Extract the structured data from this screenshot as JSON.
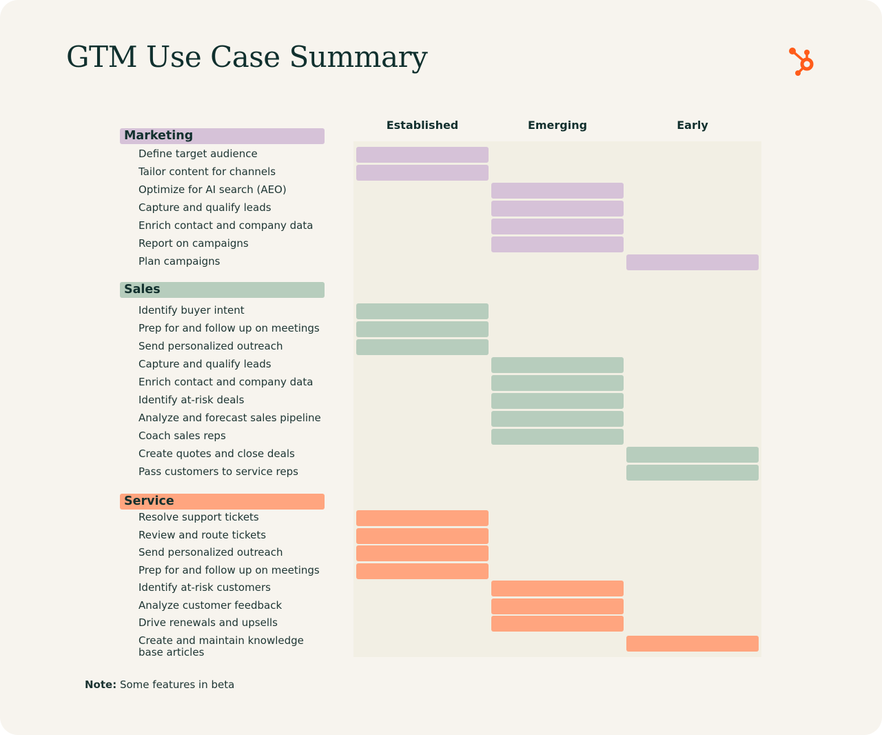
{
  "title": "GTM Use Case Summary",
  "logo": {
    "icon": "hubspot-sprocket-icon",
    "color": "#ff5c1a"
  },
  "columns": [
    "Established",
    "Emerging",
    "Early"
  ],
  "note": {
    "label": "Note:",
    "text": "Some features in beta"
  },
  "chart_data": {
    "type": "table",
    "title": "GTM Use Case Summary",
    "columns": [
      "Established",
      "Emerging",
      "Early"
    ],
    "groups": [
      {
        "name": "Marketing",
        "color": "#d6c2d8",
        "rows": [
          {
            "label": "Define target audience",
            "tier": "Established"
          },
          {
            "label": "Tailor content for channels",
            "tier": "Established"
          },
          {
            "label": "Optimize for AI search (AEO)",
            "tier": "Emerging"
          },
          {
            "label": "Capture and qualify leads",
            "tier": "Emerging"
          },
          {
            "label": "Enrich contact and company data",
            "tier": "Emerging"
          },
          {
            "label": "Report on campaigns",
            "tier": "Emerging"
          },
          {
            "label": "Plan campaigns",
            "tier": "Early"
          }
        ]
      },
      {
        "name": "Sales",
        "color": "#b7cdbd",
        "rows": [
          {
            "label": "Identify buyer intent",
            "tier": "Established"
          },
          {
            "label": "Prep for and follow up on meetings",
            "tier": "Established"
          },
          {
            "label": "Send personalized outreach",
            "tier": "Established"
          },
          {
            "label": "Capture and qualify leads",
            "tier": "Emerging"
          },
          {
            "label": "Enrich contact and company data",
            "tier": "Emerging"
          },
          {
            "label": "Identify at-risk deals",
            "tier": "Emerging"
          },
          {
            "label": "Analyze and forecast sales pipeline",
            "tier": "Emerging"
          },
          {
            "label": "Coach sales reps",
            "tier": "Emerging"
          },
          {
            "label": "Create quotes and close deals",
            "tier": "Early"
          },
          {
            "label": "Pass customers to service reps",
            "tier": "Early"
          }
        ]
      },
      {
        "name": "Service",
        "color": "#ffa57f",
        "rows": [
          {
            "label": "Resolve support tickets",
            "tier": "Established"
          },
          {
            "label": "Review and route tickets",
            "tier": "Established"
          },
          {
            "label": "Send personalized outreach",
            "tier": "Established"
          },
          {
            "label": "Prep for and follow up on meetings",
            "tier": "Established"
          },
          {
            "label": "Identify at-risk customers",
            "tier": "Emerging"
          },
          {
            "label": "Analyze customer feedback",
            "tier": "Emerging"
          },
          {
            "label": "Drive renewals and upsells",
            "tier": "Emerging"
          },
          {
            "label": "Create and maintain knowledge base articles",
            "tier": "Early"
          }
        ]
      }
    ]
  }
}
